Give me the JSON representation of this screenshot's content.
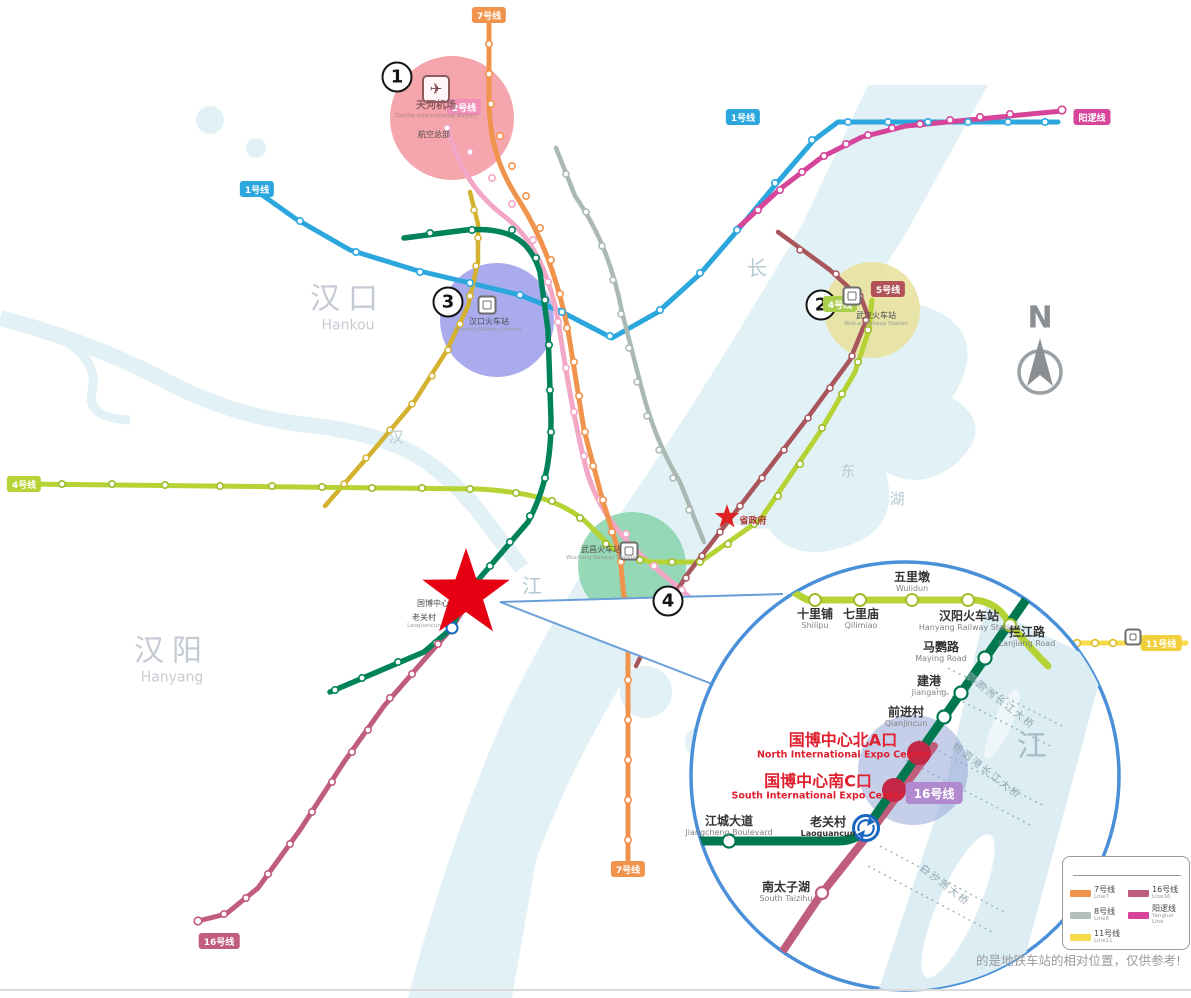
{
  "regions": {
    "hankou": {
      "zh": "汉口",
      "en": "Hankou"
    },
    "hanyang": {
      "zh": "汉阳",
      "en": "Hanyang"
    }
  },
  "water_labels": {
    "chang": "长",
    "jiang": "江",
    "han": "汉",
    "dong": "东",
    "hu": "湖",
    "inset_jiang": "江"
  },
  "compass": {
    "north": "N"
  },
  "markers": {
    "one": "1",
    "two": "2",
    "three": "3",
    "four": "4"
  },
  "icons": {
    "airport_plane": "✈"
  },
  "badges": {
    "line7_top": "7号线",
    "line1_left": "1号线",
    "line1_right": "1号线",
    "yangluo": "阳逻线",
    "line2_airport": "2号线",
    "line5_station": "5号线",
    "line4_station": "4号线",
    "line4_left": "4号线",
    "line16_bottom": "16号线",
    "line11_right": "11号线",
    "line7_bottom": "7号线",
    "inset_line16": "16号线"
  },
  "poi": {
    "airport": {
      "zh": "天河机场",
      "en": "Tianhe International Airport"
    },
    "airport_station": {
      "zh": "航空总部"
    },
    "wuhan_station": {
      "zh": "武汉火车站",
      "en": "Wuhan Railway Station"
    },
    "hankou_station": {
      "zh": "汉口火车站",
      "en": "Hankou Railway Station"
    },
    "wuchang_station": {
      "zh": "武昌火车站",
      "en": "Wuchang Railway Station"
    },
    "gov": "省政府",
    "laoguancun_main": {
      "zh": "老关村",
      "en": "Laoguancun"
    },
    "expo_main": {
      "zh": "国博中心"
    }
  },
  "inset": {
    "stations": [
      {
        "zh": "十里铺",
        "en": "Shilipu"
      },
      {
        "zh": "七里庙",
        "en": "Qilimiao"
      },
      {
        "zh": "五里墩",
        "en": "Wulidun"
      },
      {
        "zh": "汉阳火车站",
        "en": "Hanyang Railway Station"
      },
      {
        "zh": "拦江路",
        "en": "Lanjiang Road"
      },
      {
        "zh": "马鹦路",
        "en": "Maying Road"
      },
      {
        "zh": "建港",
        "en": "Jiangang"
      },
      {
        "zh": "前进村",
        "en": "Qianjincun"
      },
      {
        "zh": "老关村",
        "en": "Laoguancun"
      },
      {
        "zh": "江城大道",
        "en": "Jiangcheng Boulevard"
      },
      {
        "zh": "南太子湖",
        "en": "South Taizihu"
      }
    ],
    "expo_north": {
      "zh": "国博中心北A口",
      "en": "North International Expo Center"
    },
    "expo_south": {
      "zh": "国博中心南C口",
      "en": "South International Expo Center"
    },
    "bridges": {
      "yingwuzhou": "鹦鹉洲长江大桥",
      "yangsigang": "杨泗港长江大桥",
      "baishazhou": "白沙洲大桥"
    }
  },
  "legend": {
    "entries": [
      {
        "zh": "7号线",
        "en": "Line7",
        "color": "#f0944d"
      },
      {
        "zh": "16号线",
        "en": "Line16",
        "color": "#c05c7c"
      },
      {
        "zh": "8号线",
        "en": "Line8",
        "color": "#b3bfbc"
      },
      {
        "zh": "阳逻线",
        "en": "Yangluo Line",
        "color": "#d6459a"
      },
      {
        "zh": "11号线",
        "en": "Line11",
        "color": "#f7d94c"
      }
    ]
  },
  "caption": "的是地铁车站的相对位置，仅供参考!",
  "line_colors": {
    "line1": "#2ba7de",
    "line2": "#f3a7c6",
    "line3": "#d4b12f",
    "line4": "#b5d334",
    "line5": "#a8565b",
    "line6": "#00835a",
    "line7": "#f0944d",
    "line8": "#aab9b4",
    "line11": "#f7d94c",
    "line16": "#c05c7c",
    "yangluo": "#d6459a",
    "highlight_red": "#e60012",
    "inset_border": "#4a90d9"
  }
}
